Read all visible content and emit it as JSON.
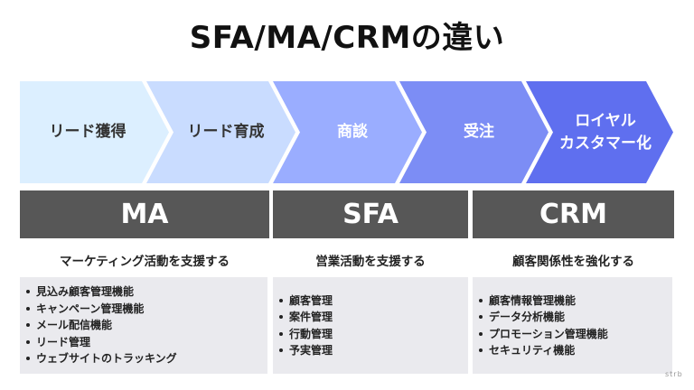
{
  "title": "SFA/MA/CRMの違い",
  "stages": [
    {
      "label": "リード獲得",
      "color": "#dcefff",
      "text_color": "#333333"
    },
    {
      "label": "リード育成",
      "color": "#c9dcff",
      "text_color": "#333333"
    },
    {
      "label": "商談",
      "color": "#9aadff",
      "text_color": "#ffffff"
    },
    {
      "label": "受注",
      "color": "#7c8df5",
      "text_color": "#ffffff"
    },
    {
      "label": "ロイヤル\nカスタマー化",
      "color": "#5f6fef",
      "text_color": "#ffffff"
    }
  ],
  "columns": [
    {
      "name": "MA",
      "description": "マーケティング活動を支援する",
      "items": [
        "見込み顧客管理機能",
        "キャンペーン管理機能",
        "メール配信機能",
        "リード管理",
        "ウェブサイトのトラッキング"
      ]
    },
    {
      "name": "SFA",
      "description": "営業活動を支援する",
      "items": [
        "顧客管理",
        "案件管理",
        "行動管理",
        "予実管理"
      ]
    },
    {
      "name": "CRM",
      "description": "顧客関係性を強化する",
      "items": [
        "顧客情報管理機能",
        "データ分析機能",
        "プロモーション管理機能",
        "セキュリティ機能"
      ]
    }
  ],
  "logo": "strb"
}
